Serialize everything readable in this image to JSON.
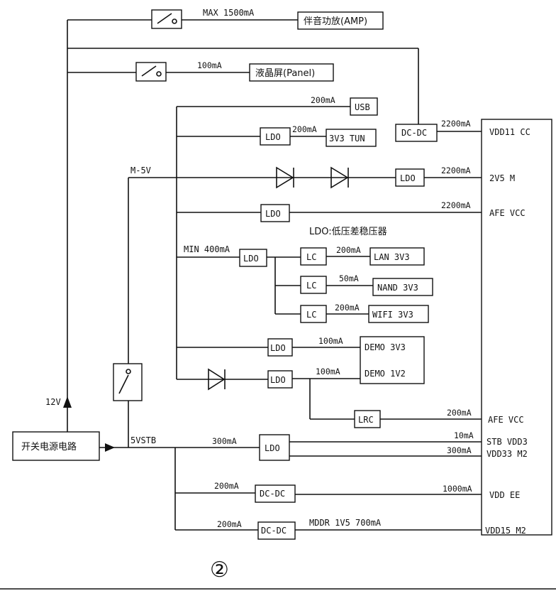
{
  "labels": {
    "amp_max": "MAX 1500mA",
    "amp_block": "伴音功放(AMP)",
    "panel_current": "100mA",
    "panel_block": "液晶屏(Panel)",
    "usb_current": "200mA",
    "usb_block": "USB",
    "tun_ldo": "LDO",
    "tun_current": "200mA",
    "tun_block": "3V3 TUN",
    "dcdc_11": "DC-DC",
    "vdd11_current": "2200mA",
    "m5v": "M-5V",
    "ldo_2v5": "LDO",
    "current_2v5": "2200mA",
    "ldo_afe1": "LDO",
    "current_afe1": "2200mA",
    "ldo_legend": "LDO:低压差稳压器",
    "min400": "MIN 400mA",
    "ldo_main": "LDO",
    "lc1": "LC",
    "lan_current": "200mA",
    "lan_block": "LAN 3V3",
    "lc2": "LC",
    "nand_current": "50mA",
    "nand_block": "NAND 3V3",
    "lc3": "LC",
    "wifi_current": "200mA",
    "wifi_block": "WIFI 3V3",
    "ldo_demo3": "LDO",
    "demo3_current": "100mA",
    "demo3_label": "DEMO 3V3",
    "ldo_demo1": "LDO",
    "demo1_current": "100mA",
    "demo1_label": "DEMO 1V2",
    "lrc": "LRC",
    "afe2_current": "200mA",
    "v12": "12V",
    "psu_block": "开关电源电路",
    "v5stb": "5VSTB",
    "stb_current": "300mA",
    "ldo_stb": "LDO",
    "stb_vdd3_current": "10mA",
    "vdd33_current": "300mA",
    "ee_in_current": "200mA",
    "dcdc_ee": "DC-DC",
    "ee_out_current": "1000mA",
    "m2_in_current": "200mA",
    "dcdc_m2": "DC-DC",
    "mddr_label": "MDDR 1V5  700mA",
    "figure_number": "②"
  },
  "soc_rails": [
    "VDD11 CC",
    "2V5 M",
    "AFE VCC",
    "AFE VCC",
    "STB VDD3",
    "VDD33 M2",
    "VDD EE",
    "VDD15 M2"
  ]
}
